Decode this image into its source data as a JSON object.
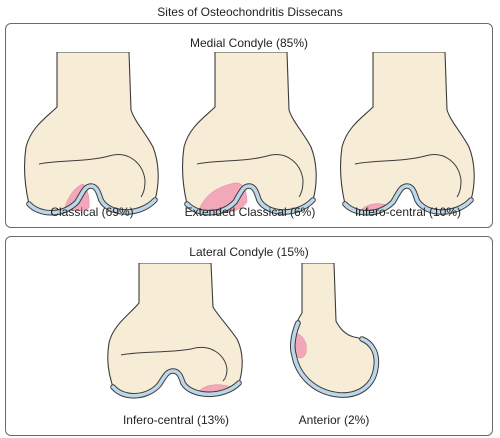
{
  "title": "Sites of Osteochondritis Dissecans",
  "medial": {
    "heading": "Medial Condyle (85%)",
    "items": [
      {
        "label": "Classical (69%)"
      },
      {
        "label": "Extended Classical (6%)"
      },
      {
        "label": "Infero-central (10%)"
      }
    ]
  },
  "lateral": {
    "heading": "Lateral Condyle (15%)",
    "items": [
      {
        "label": "Infero-central (13%)"
      },
      {
        "label": "Anterior (2%)"
      }
    ]
  },
  "colors": {
    "bone": "#f7ecd6",
    "cartilage": "#bcd6ea",
    "lesion": "#f2a8b8"
  }
}
